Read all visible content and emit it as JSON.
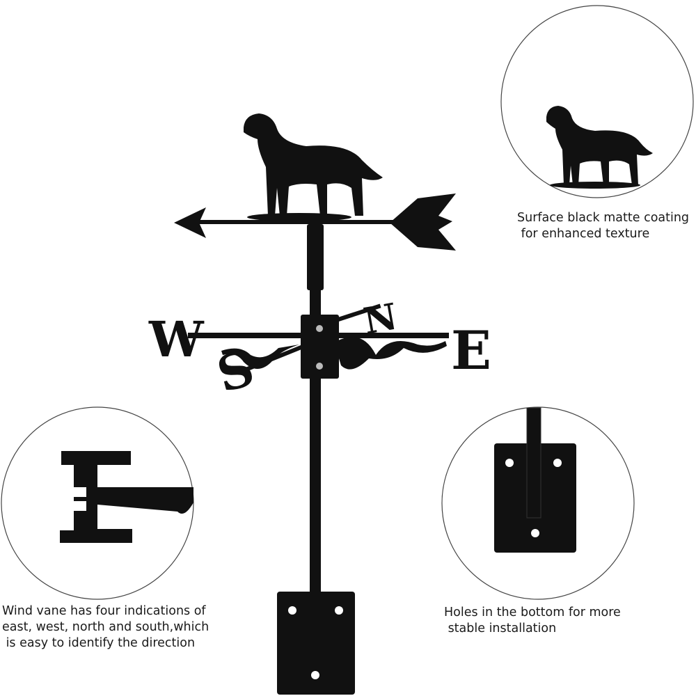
{
  "product": {
    "compass_letters": {
      "west": "W",
      "east": "E",
      "north": "N",
      "south": "S"
    }
  },
  "callouts": {
    "coating": {
      "line1": "Surface black matte coating",
      "line2": " for enhanced texture"
    },
    "directions": {
      "line1": "Wind vane has four indications of",
      "line2": "east, west, north and south,which",
      "line3": " is easy to identify the direction"
    },
    "holes": {
      "line1": "Holes in the bottom for more",
      "line2": " stable installation"
    }
  },
  "colors": {
    "metal": "#111111",
    "circle_border": "#444444",
    "background": "#ffffff"
  }
}
